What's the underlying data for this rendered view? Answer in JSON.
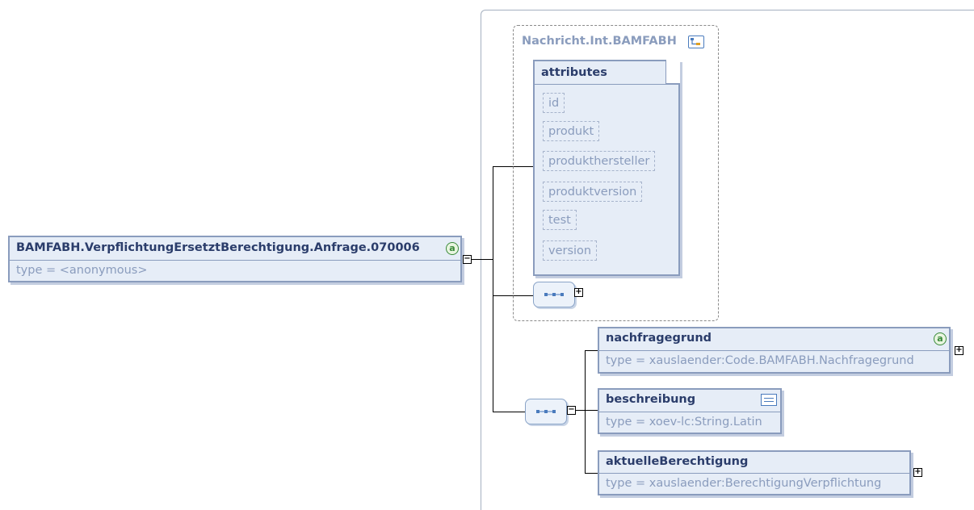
{
  "root": {
    "name": "BAMFABH.VerpflichtungErsetztBerechtigung.Anfrage.070006",
    "type": "type = <anonymous>",
    "badge": "a"
  },
  "complex_type": {
    "name": "Nachricht.Int.BAMFABH",
    "icon": "type-hierarchy-icon"
  },
  "attributes_box": {
    "title": "attributes",
    "items": [
      "id",
      "produkt",
      "produkthersteller",
      "produktversion",
      "test",
      "version"
    ]
  },
  "children": [
    {
      "name": "nachfragegrund",
      "type": "type = xauslaender:Code.BAMFABH.Nachfragegrund",
      "badge": "a"
    },
    {
      "name": "beschreibung",
      "type": "type = xoev-lc:String.Latin",
      "icon": "documentation-icon"
    },
    {
      "name": "aktuelleBerechtigung",
      "type": "type = xauslaender:BerechtigungVerpflichtung"
    }
  ],
  "toggles": {
    "expanded": "−",
    "collapsed": "+"
  }
}
